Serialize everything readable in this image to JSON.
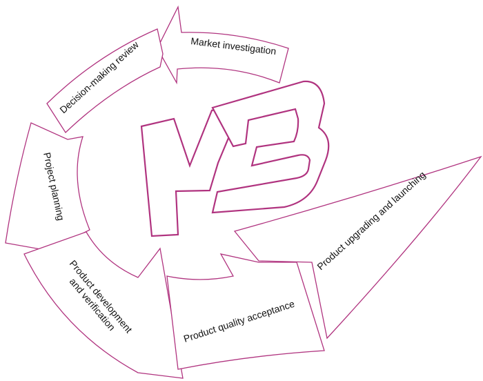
{
  "cycle": {
    "steps": [
      {
        "label": "Market investigation"
      },
      {
        "label": "Decision-making review"
      },
      {
        "label": "Project planning"
      },
      {
        "label_line1": "Product development",
        "label_line2": "and verification"
      },
      {
        "label": "Product quality acceptance"
      },
      {
        "label": "Product upgrading and launching"
      }
    ]
  },
  "logo": {
    "icon": "kb-logo-icon"
  },
  "colors": {
    "outline": "#b0337f",
    "text": "#111111",
    "background": "#ffffff"
  }
}
